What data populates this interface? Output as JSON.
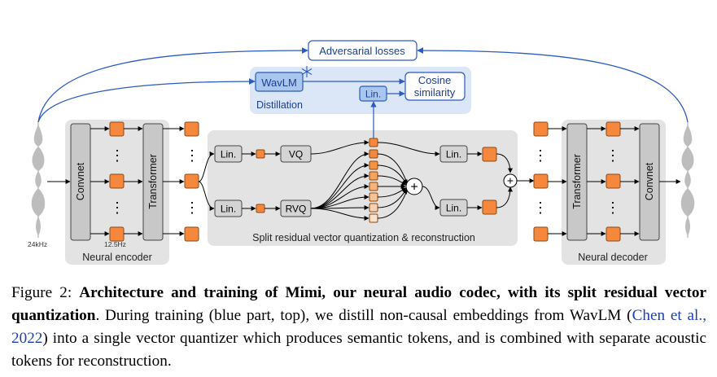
{
  "figure": {
    "labels": {
      "adversarial": "Adversarial losses",
      "wavlm": "WavLM",
      "cosine_line1": "Cosine",
      "cosine_line2": "similarity",
      "lin": "Lin.",
      "distillation": "Distillation",
      "convnet": "Convnet",
      "transformer": "Transformer",
      "vq": "VQ",
      "rvq": "RVQ",
      "split_title": "Split residual vector quantization & reconstruction",
      "neural_encoder": "Neural encoder",
      "neural_decoder": "Neural decoder",
      "input_rate": "24kHz",
      "frame_rate": "12.5Hz",
      "ellipsis": "⋮",
      "plus": "+"
    },
    "icons": [
      "snowflake-icon",
      "waveform-icon",
      "sum-node-icon"
    ],
    "colors": {
      "token_orange": "#f5883c",
      "distill_bg": "#dbe6f7",
      "module_bg": "#e3e3e3",
      "block_fill": "#c8c8c8",
      "blue_line": "#2a5bbf",
      "blue_box": "#a9c6ee"
    }
  },
  "caption": {
    "label": "Figure 2:",
    "title": "Architecture and training of Mimi, our neural audio codec, with its split residual vector quantization",
    "text_before_cite": ". During training (blue part, top), we distill non-causal embeddings from WavLM (",
    "cite": "Chen et al., 2022",
    "text_after_cite": ") into a single vector quantizer which produces semantic tokens, and is combined with separate acoustic tokens for reconstruction."
  }
}
